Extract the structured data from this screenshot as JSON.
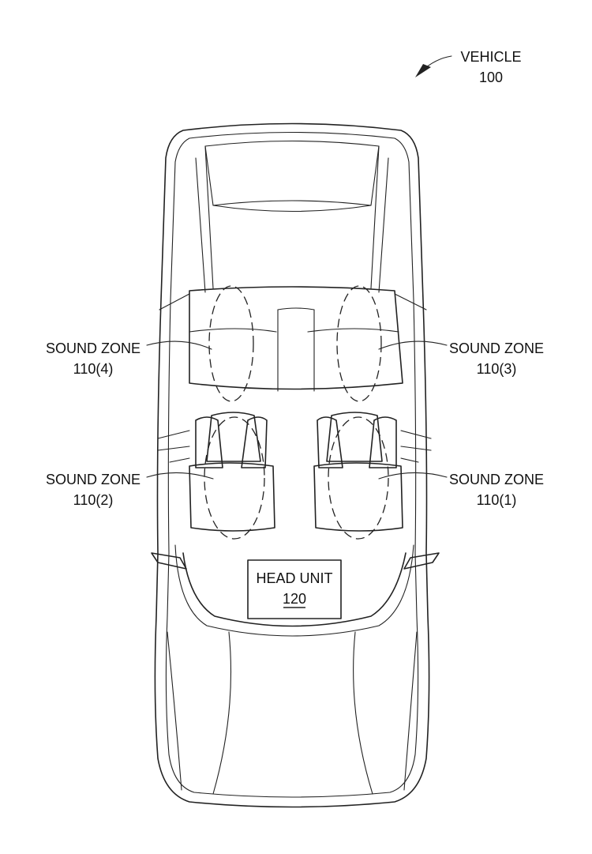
{
  "vehicle": {
    "label": "VEHICLE",
    "ref": "100"
  },
  "zones": [
    {
      "label": "SOUND ZONE",
      "ref": "110(4)"
    },
    {
      "label": "SOUND ZONE",
      "ref": "110(3)"
    },
    {
      "label": "SOUND ZONE",
      "ref": "110(2)"
    },
    {
      "label": "SOUND ZONE",
      "ref": "110(1)"
    }
  ],
  "head_unit": {
    "label": "HEAD UNIT",
    "ref": "120"
  }
}
